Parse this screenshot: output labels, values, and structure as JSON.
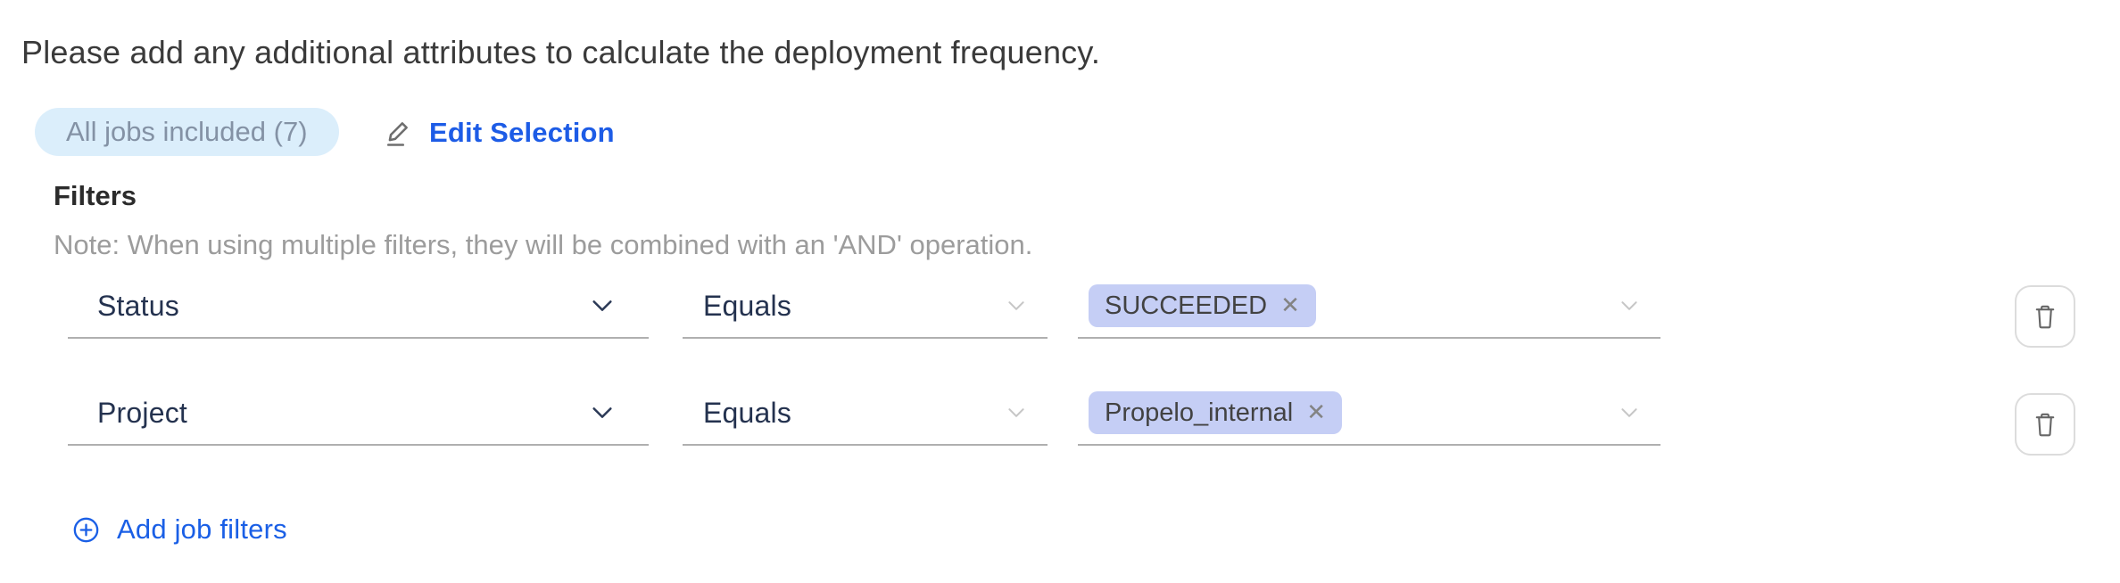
{
  "intro": {
    "text": "Please add any additional attributes to calculate the deployment frequency."
  },
  "jobs_summary": {
    "badge_label": "All jobs included (7)",
    "edit_label": "Edit Selection"
  },
  "filters_section": {
    "heading": "Filters",
    "note": "Note: When using multiple filters, they will be combined with an 'AND' operation.",
    "rows": [
      {
        "attribute": "Status",
        "operator": "Equals",
        "values": [
          {
            "label": "SUCCEEDED"
          }
        ]
      },
      {
        "attribute": "Project",
        "operator": "Equals",
        "values": [
          {
            "label": "Propelo_internal"
          }
        ]
      }
    ],
    "add_button_label": "Add job filters"
  },
  "icons": {
    "remove_glyph": "✕",
    "edit_icon": "pencil-with-underline",
    "delete_icon": "trash-can",
    "add_icon": "plus-in-circle",
    "dropdown_icon": "chevron-down"
  },
  "colors": {
    "link_blue": "#1d5ce6",
    "badge_bg": "#dbeefb",
    "badge_text": "#8492a5",
    "tag_bg": "#c5cef5",
    "field_text": "#24324f",
    "underline": "#b0b0b0",
    "note_text": "#9c9c9c"
  }
}
